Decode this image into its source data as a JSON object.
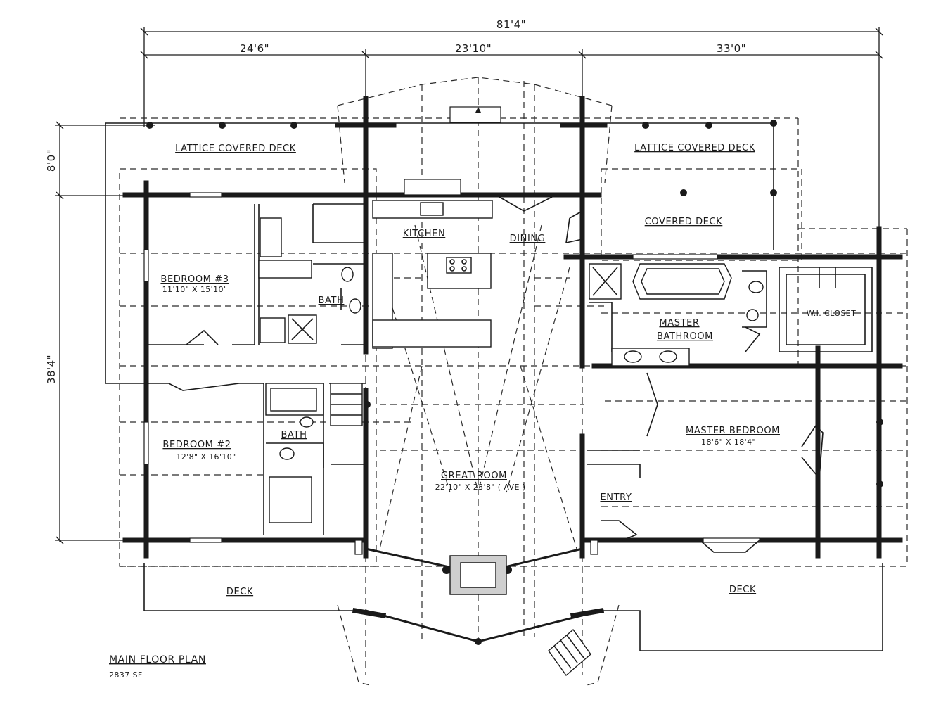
{
  "dimensions": {
    "overall_width": "81'4\"",
    "segment_left": "24'6\"",
    "segment_middle": "23'10\"",
    "segment_right": "33'0\"",
    "depth_deck": "8'0\"",
    "depth_house": "38'4\""
  },
  "rooms": {
    "lattice_deck_left": "LATTICE COVERED DECK",
    "lattice_deck_right": "LATTICE COVERED DECK",
    "covered_deck": "COVERED DECK",
    "kitchen": "KITCHEN",
    "dining": "DINING",
    "bedroom3_name": "BEDROOM #3",
    "bedroom3_size": "11'10\" X 15'10\"",
    "bath_upper": "BATH",
    "master_bath_line1": "MASTER",
    "master_bath_line2": "BATHROOM",
    "wi_closet": "W.I. CLOSET",
    "bedroom2_name": "BEDROOM #2",
    "bedroom2_size": "12'8\" X 16'10\"",
    "bath_lower": "BATH",
    "great_room_name": "GREAT ROOM",
    "great_room_size": "22'10\" X 23'8\" ( AVE )",
    "master_bedroom_name": "MASTER BEDROOM",
    "master_bedroom_size": "18'6\" X 18'4\"",
    "entry": "ENTRY",
    "deck_left": "DECK",
    "deck_right": "DECK"
  },
  "plan": {
    "title": "MAIN FLOOR PLAN",
    "area": "2837 SF"
  }
}
